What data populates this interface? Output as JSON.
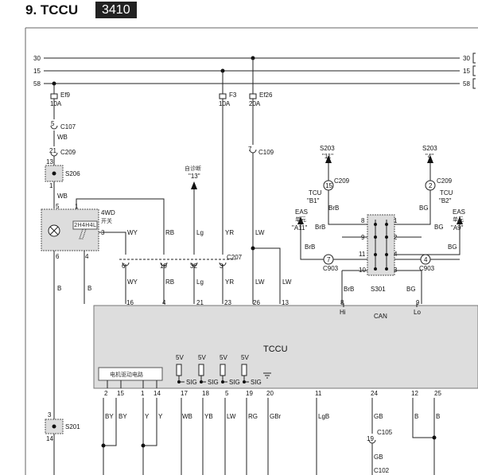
{
  "header": {
    "section": "9. TCCU",
    "code": "3410"
  },
  "rails": [
    {
      "label": "30"
    },
    {
      "label": "15"
    },
    {
      "label": "58"
    }
  ],
  "fuses": [
    {
      "name": "Ef9",
      "rating": "10A"
    },
    {
      "name": "F3",
      "rating": "10A"
    },
    {
      "name": "Ef26",
      "rating": "20A"
    }
  ],
  "connectors": {
    "c107": {
      "pin": "5",
      "name": "C107"
    },
    "c209a": {
      "pin": "21",
      "name": "C209"
    },
    "s206": {
      "pin_top": "13",
      "pin_bottom": "1",
      "name": "S206"
    },
    "c109": {
      "pin": "7",
      "name": "C109"
    },
    "c209b": {
      "pin": "15",
      "name": "C209"
    },
    "c209c": {
      "pin": "2",
      "name": "C209"
    },
    "c903a": {
      "pin": "7",
      "name": "C903"
    },
    "c903b": {
      "pin": "4",
      "name": "C903"
    },
    "c207": {
      "name": "C207"
    },
    "s201": {
      "pin_top": "3",
      "pin_bottom": "14",
      "name": "S201"
    },
    "c105": {
      "pin": "19",
      "name": "C105"
    },
    "c102": {
      "name": "C102"
    }
  },
  "switch": {
    "label": "4WD",
    "label_cn": "开关",
    "modes": "2H4H4L",
    "pins": [
      "1",
      "3",
      "5",
      "6",
      "4"
    ]
  },
  "wires": {
    "wb": "WB",
    "wy": "WY",
    "rb": "RB",
    "lg": "Lg",
    "yr": "YR",
    "lw": "LW",
    "b": "B",
    "brb": "BrB",
    "bg": "BG",
    "by": "BY",
    "y": "Y",
    "yb": "YB",
    "rg": "RG",
    "gbr": "GBr",
    "lgb": "LgB",
    "gb": "GB"
  },
  "diag_ref": {
    "cn": "自诊断",
    "pin": "\"13\""
  },
  "s203": [
    {
      "name": "S203",
      "pin": "\"11\""
    },
    {
      "name": "S203",
      "pin": "\"4\""
    }
  ],
  "tcu_refs": [
    {
      "name": "TCU",
      "pin": "\"B1\""
    },
    {
      "name": "TCU",
      "pin": "\"B2\""
    }
  ],
  "eas_refs": [
    {
      "name": "EAS",
      "cn": "单元",
      "pin": "\"A11\""
    },
    {
      "name": "EAS",
      "cn": "单元",
      "pin": "\"A9\""
    }
  ],
  "s301": {
    "name": "S301",
    "left_pins": [
      "8",
      "9",
      "11",
      "10"
    ],
    "right_pins": [
      "1",
      "2",
      "4",
      "3"
    ]
  },
  "c207_pins": [
    "6",
    "19",
    "32",
    "3"
  ],
  "tccu": {
    "name": "TCCU",
    "can_label": "CAN",
    "hi": "Hi",
    "lo": "Lo",
    "top_pins": [
      "16",
      "4",
      "21",
      "23",
      "26",
      "13",
      "8",
      "9"
    ],
    "motor_cn": "电机驱动电路",
    "bottom_pins": [
      "2",
      "15",
      "1",
      "14",
      "17",
      "18",
      "5",
      "19",
      "20",
      "11",
      "24",
      "12",
      "25"
    ],
    "sensor_supply": "5V",
    "sig": "SIG"
  }
}
